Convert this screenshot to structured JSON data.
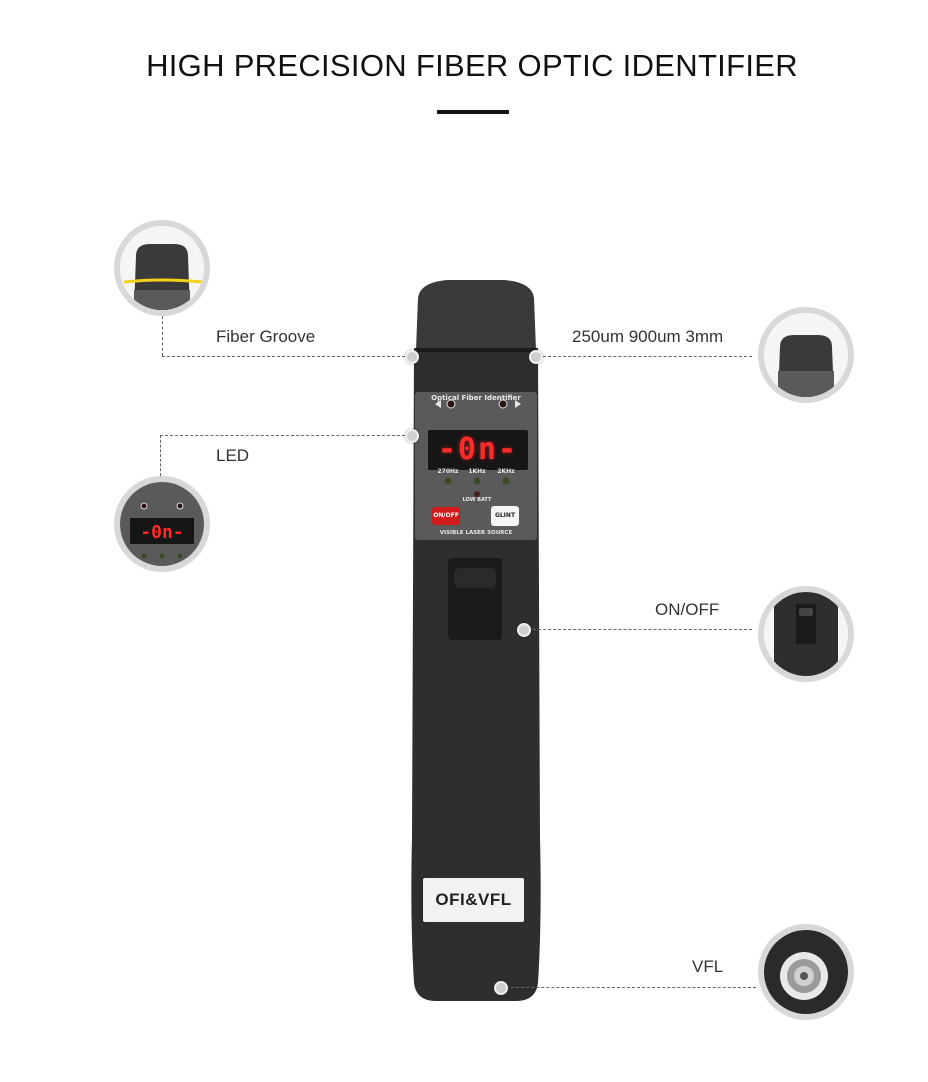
{
  "header": {
    "title": "HIGH PRECISION FIBER OPTIC IDENTIFIER"
  },
  "callouts": {
    "fiber_groove": "Fiber Groove",
    "fiber_sizes": "250um 900um 3mm",
    "led": "LED",
    "on_off": "ON/OFF",
    "vfl": "VFL"
  },
  "device": {
    "panel_title": "Optical Fiber Identifier",
    "display": "-0n-",
    "freq_labels": [
      "270Hz",
      "1KHz",
      "2KHz"
    ],
    "low_batt": "LOW BATT",
    "on_off_button": "ON/OFF",
    "glint_button": "GLINT",
    "laser_label": "VISIBLE LASER SOURCE",
    "brand_label": "OFI&VFL"
  },
  "colors": {
    "body": "#2e2e2e",
    "panel": "#5a5a5a",
    "display_red": "#ff2a2a",
    "groove_yellow": "#f2d21b",
    "onoff_red": "#d11a1a"
  }
}
